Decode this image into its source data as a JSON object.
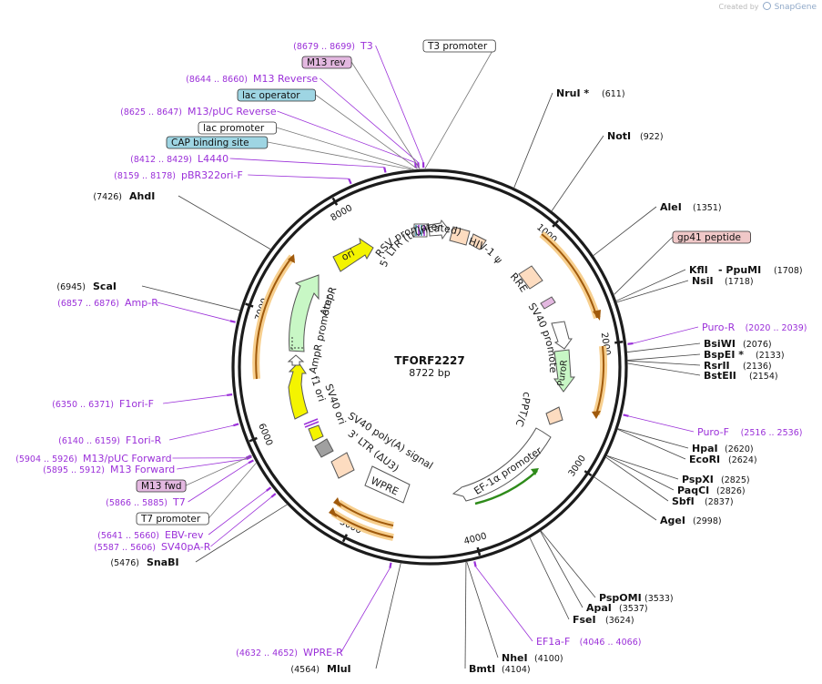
{
  "credit": {
    "prefix": "Created by",
    "brand": "SnapGene"
  },
  "plasmid": {
    "name": "TFORF2227",
    "size_label": "8722 bp",
    "length": 8722
  },
  "colors": {
    "primer": "#9b30d9",
    "site_line": "#444444",
    "feature_line": "#777777",
    "orange_band": "#f7cf8e",
    "orange_arrow": "#a05a0c",
    "green_arrow": "#2e8b1a",
    "yellow": "#f4f400",
    "ltr": "#fddcc0",
    "promoter_fill": "#ffffff",
    "green_feature": "#c8f7c5",
    "gray": "#a0a0a0",
    "blue_feature": "#9ed5e3",
    "pink_feature": "#e3b8e0",
    "gp41": "#f0c8c8"
  },
  "ticks": [
    "1000",
    "2000",
    "3000",
    "4000",
    "5000",
    "6000",
    "7000",
    "8000"
  ],
  "sites": [
    {
      "name": "NruI *",
      "pos": "(611)"
    },
    {
      "name": "NotI",
      "pos": "(922)"
    },
    {
      "name": "AleI",
      "pos": "(1351)"
    },
    {
      "name": "KflI",
      "sep": "- PpuMI",
      "pos": "(1708)"
    },
    {
      "name": "NsiI",
      "pos": "(1718)"
    },
    {
      "name": "BsiWI",
      "pos": "(2076)"
    },
    {
      "name": "BspEI *",
      "pos": "(2133)"
    },
    {
      "name": "RsrII",
      "pos": "(2136)"
    },
    {
      "name": "BstEII",
      "pos": "(2154)"
    },
    {
      "name": "HpaI",
      "pos": "(2620)"
    },
    {
      "name": "EcoRI",
      "pos": "(2624)"
    },
    {
      "name": "PspXI",
      "pos": "(2825)"
    },
    {
      "name": "PaqCI",
      "pos": "(2826)"
    },
    {
      "name": "SbfI",
      "pos": "(2837)"
    },
    {
      "name": "AgeI",
      "pos": "(2998)"
    },
    {
      "name": "PspOMI",
      "pos": "(3533)"
    },
    {
      "name": "ApaI",
      "pos": "(3537)"
    },
    {
      "name": "FseI",
      "pos": "(3624)"
    },
    {
      "name": "NheI",
      "pos": "(4100)"
    },
    {
      "name": "BmtI",
      "pos": "(4104)"
    },
    {
      "name": "MluI",
      "pos": "(4564)"
    },
    {
      "name": "SnaBI",
      "pos": "(5476)"
    },
    {
      "name": "ScaI",
      "pos": "(6945)"
    },
    {
      "name": "AhdI",
      "pos": "(7426)"
    }
  ],
  "primers": [
    {
      "name": "T3",
      "pos": "(8679 .. 8699)"
    },
    {
      "name": "M13 Reverse",
      "pos": "(8644 .. 8660)"
    },
    {
      "name": "M13/pUC Reverse",
      "pos": "(8625 .. 8647)"
    },
    {
      "name": "L4440",
      "pos": "(8412 .. 8429)"
    },
    {
      "name": "pBR322ori-F",
      "pos": "(8159 .. 8178)"
    },
    {
      "name": "Amp-R",
      "pos": "(6857 .. 6876)"
    },
    {
      "name": "F1ori-F",
      "pos": "(6350 .. 6371)"
    },
    {
      "name": "F1ori-R",
      "pos": "(6140 .. 6159)"
    },
    {
      "name": "M13/pUC Forward",
      "pos": "(5904 .. 5926)"
    },
    {
      "name": "M13 Forward",
      "pos": "(5895 .. 5912)"
    },
    {
      "name": "T7",
      "pos": "(5866 .. 5885)"
    },
    {
      "name": "EBV-rev",
      "pos": "(5641 .. 5660)"
    },
    {
      "name": "SV40pA-R",
      "pos": "(5587 .. 5606)"
    },
    {
      "name": "WPRE-R",
      "pos": "(4632 .. 4652)"
    },
    {
      "name": "EF1a-F",
      "pos": "(4046 .. 4066)"
    },
    {
      "name": "Puro-R",
      "pos": "(2020 .. 2039)"
    },
    {
      "name": "Puro-F",
      "pos": "(2516 .. 2536)"
    }
  ],
  "boxed_labels": [
    {
      "name": "T3 promoter"
    },
    {
      "name": "M13 rev"
    },
    {
      "name": "lac operator"
    },
    {
      "name": "lac promoter"
    },
    {
      "name": "CAP binding site"
    },
    {
      "name": "gp41 peptide"
    },
    {
      "name": "M13 fwd"
    },
    {
      "name": "T7 promoter"
    }
  ],
  "inner_labels": [
    {
      "name": "RSV promoter"
    },
    {
      "name": "5' LTR (truncated)"
    },
    {
      "name": "HIV-1 ψ"
    },
    {
      "name": "RRE"
    },
    {
      "name": "SV40 promoter"
    },
    {
      "name": "PuroR"
    },
    {
      "name": "cPPT/CTS"
    },
    {
      "name": "EF-1α promoter"
    },
    {
      "name": "WPRE"
    },
    {
      "name": "3' LTR (ΔU3)"
    },
    {
      "name": "SV40 poly(A) signal"
    },
    {
      "name": "SV40 ori"
    },
    {
      "name": "f1 ori"
    },
    {
      "name": "AmpR promoter"
    },
    {
      "name": "AmpR"
    },
    {
      "name": "ori"
    }
  ]
}
